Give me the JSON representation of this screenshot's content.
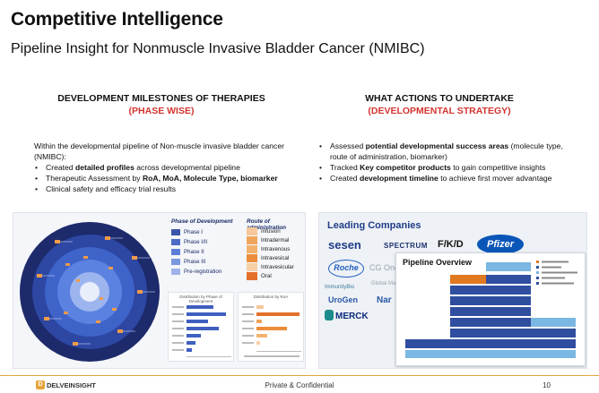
{
  "header": {
    "title": "Competitive Intelligence",
    "subtitle": "Pipeline Insight for Nonmuscle Invasive Bladder Cancer (NMIBC)"
  },
  "left_column": {
    "heading_line1": "DEVELOPMENT MILESTONES OF THERAPIES",
    "heading_line2": "(PHASE WISE)",
    "intro": "Within the developmental pipeline of Non-muscle invasive bladder cancer (NMIBC):",
    "bullets": [
      {
        "pre": "Created ",
        "bold": "detailed profiles",
        "post": " across developmental pipeline"
      },
      {
        "pre": "Therapeutic Assessment by ",
        "bold": "RoA, MoA, Molecule Type, biomarker",
        "post": ""
      },
      {
        "pre": "Clinical safety and efficacy trial results",
        "bold": "",
        "post": ""
      }
    ]
  },
  "right_column": {
    "heading_line1": "WHAT ACTIONS TO UNDERTAKE",
    "heading_line2": "(DEVELOPMENTAL STRATEGY)",
    "bullets": [
      {
        "pre": "Assessed ",
        "bold": "potential developmental success areas",
        "post": " (molecule type, route of administration, biomarker)"
      },
      {
        "pre": "Tracked ",
        "bold": "Key competitor products",
        "post": " to gain competitive insights"
      },
      {
        "pre": "Created ",
        "bold": "development timeline",
        "post": " to achieve first mover advantage"
      }
    ]
  },
  "left_image": {
    "phase_title": "Phase of Development",
    "phases": [
      {
        "label": "Phase I",
        "color": "#3a55a8"
      },
      {
        "label": "Phase I/II",
        "color": "#4a6cc7"
      },
      {
        "label": "Phase II",
        "color": "#5b7fd6"
      },
      {
        "label": "Phase III",
        "color": "#7b97e0"
      },
      {
        "label": "Pre-registration",
        "color": "#9fb3ea"
      }
    ],
    "route_title": "Route of administration",
    "routes": [
      {
        "label": "Infusion",
        "color": "#f6c79a"
      },
      {
        "label": "Intradermal",
        "color": "#f0a55c"
      },
      {
        "label": "Intravenous",
        "color": "#f2b26e"
      },
      {
        "label": "Intravesical",
        "color": "#ec8d3c"
      },
      {
        "label": "Intravesicular",
        "color": "#f7d0a8"
      },
      {
        "label": "Oral",
        "color": "#e4702a"
      }
    ],
    "chart1_title": "Distribution by Phase of Development",
    "chart2_title": "Distribution by RoA"
  },
  "right_image": {
    "lead_title": "Leading Companies",
    "companies": [
      "sesen",
      "SPECTRUM",
      "F/K/D",
      "Pfizer",
      "Roche",
      "CG Onc",
      "Global Ma",
      "ImmunityBio",
      "UroGen",
      "Nar",
      "MERCK"
    ],
    "pipeline_title": "Pipeline Overview"
  },
  "footer": {
    "logo_mark": "D",
    "logo_text": "DELVEINSIGHT",
    "center": "Private & Confidential",
    "page": "10"
  },
  "colors": {
    "accent_red": "#d2342f",
    "footer_rule": "#e0a63c",
    "brand_blue": "#1f3e88"
  }
}
